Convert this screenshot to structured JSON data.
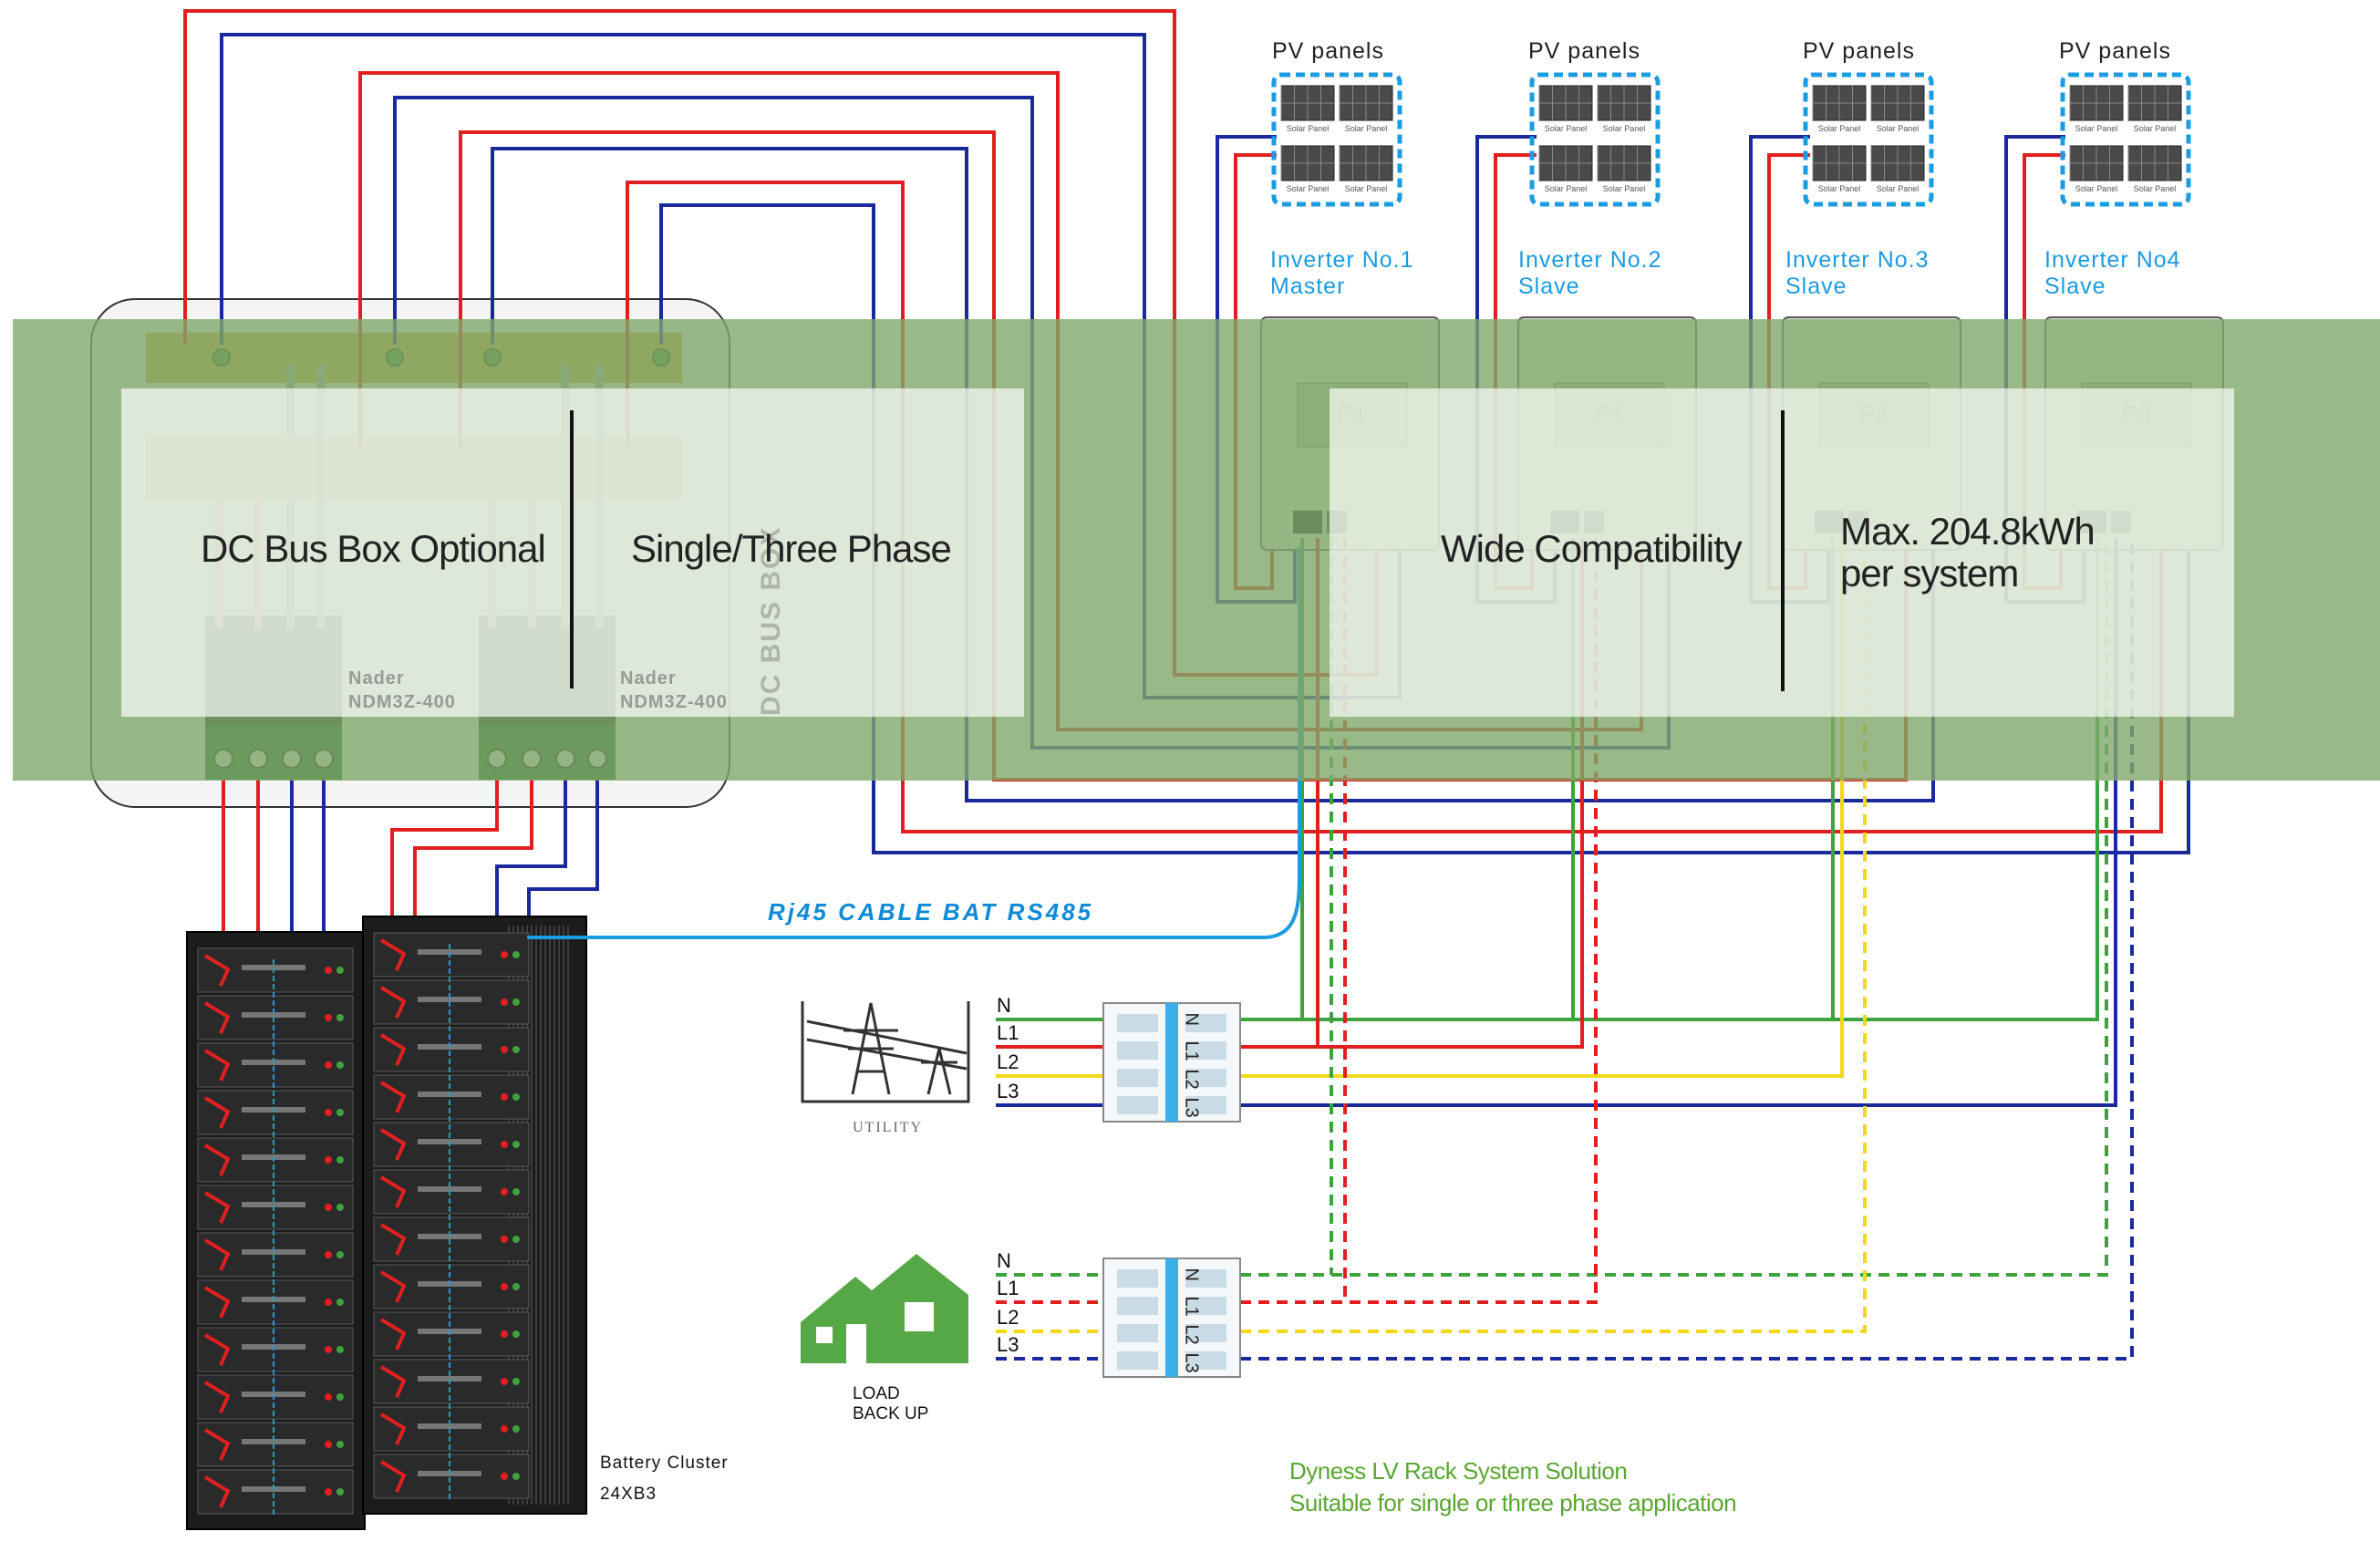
{
  "pv_panels": {
    "label": "PV panels",
    "panel_cell_text": "Solar Panel"
  },
  "inverters": [
    {
      "name": "Inverter No.1",
      "role": "Master",
      "phase": "P1"
    },
    {
      "name": "Inverter No.2",
      "role": "Slave",
      "phase": "P1"
    },
    {
      "name": "Inverter No.3",
      "role": "Slave",
      "phase": "P2"
    },
    {
      "name": "Inverter No4",
      "role": "Slave",
      "phase": "P3"
    }
  ],
  "features": {
    "dc_bus_box": "DC Bus Box Optional",
    "phase": "Single/Three Phase",
    "compatibility": "Wide Compatibility",
    "capacity_line1": "Max. 204.8kWh",
    "capacity_line2": "per system"
  },
  "dc_bus_box": {
    "side_label": "DC BUS BOX",
    "breaker_brand": "Nader",
    "breaker_model": "NDM3Z-400"
  },
  "communication": {
    "cable_label": "Rj45  CABLE  BAT RS485"
  },
  "utility": {
    "label": "UTILITY",
    "phases": [
      "N",
      "L1",
      "L2",
      "L3"
    ]
  },
  "load": {
    "label_line1": "LOAD",
    "label_line2": "BACK UP",
    "phases": [
      "N",
      "L1",
      "L2",
      "L3"
    ]
  },
  "breaker_module": {
    "phases": [
      "N",
      "L1",
      "L2",
      "L3"
    ]
  },
  "battery": {
    "label": "Battery Cluster",
    "config": "24XB3"
  },
  "footer": {
    "line1": "Dyness LV Rack System Solution",
    "line2": "Suitable for single or three phase application"
  },
  "colors": {
    "positive": "#e02020",
    "negative": "#1a2a9c",
    "neutral_green": "#3da33d",
    "l2_yellow": "#f2d81a",
    "comm_blue": "#1b9be0",
    "highlight_band": "#7fa86a",
    "overlay": "#ffffff"
  }
}
